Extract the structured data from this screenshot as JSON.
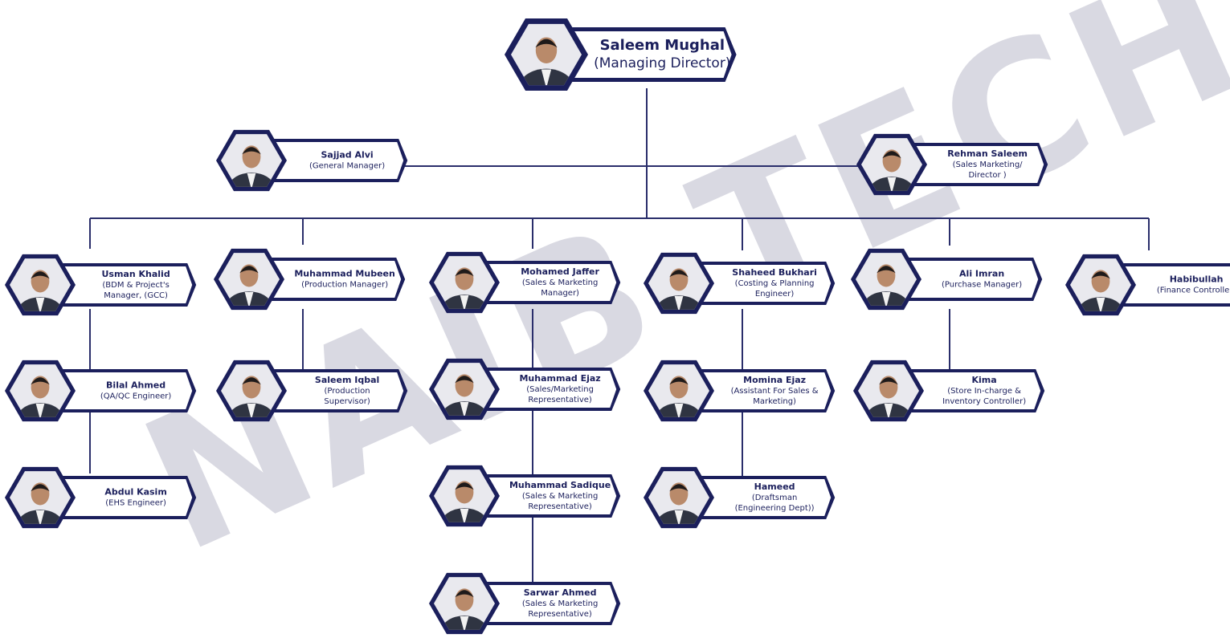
{
  "watermark": "NAIB TECH",
  "colors": {
    "navy": "#1b1f5c",
    "line": "#2a2e6b",
    "plate": "#ffffff",
    "watermark": "#d9d9e2"
  },
  "people": [
    {
      "id": "saleem-mughal",
      "name": "Saleem Mughal",
      "role": [
        "(Managing Director)"
      ]
    },
    {
      "id": "sajjad-alvi",
      "name": "Sajjad Alvi",
      "role": [
        "(General Manager)"
      ]
    },
    {
      "id": "rehman-saleem",
      "name": "Rehman Saleem",
      "role": [
        "(Sales Marketing/",
        "Director )"
      ]
    },
    {
      "id": "usman-khalid",
      "name": "Usman Khalid",
      "role": [
        "(BDM & Project's",
        "Manager, (GCC)"
      ]
    },
    {
      "id": "muhammad-mubeen",
      "name": "Muhammad Mubeen",
      "role": [
        "(Production Manager)"
      ]
    },
    {
      "id": "mohamed-jaffer",
      "name": "Mohamed Jaffer",
      "role": [
        "(Sales & Marketing",
        "Manager)"
      ]
    },
    {
      "id": "shaheed-bukhari",
      "name": "Shaheed Bukhari",
      "role": [
        "(Costing & Planning",
        "Engineer)"
      ]
    },
    {
      "id": "ali-imran",
      "name": "Ali Imran",
      "role": [
        "(Purchase Manager)"
      ]
    },
    {
      "id": "habibullah",
      "name": "Habibullah",
      "role": [
        "(Finance Controller)"
      ]
    },
    {
      "id": "bilal-ahmed",
      "name": "Bilal Ahmed",
      "role": [
        "(QA/QC Engineer)"
      ]
    },
    {
      "id": "saleem-iqbal",
      "name": "Saleem Iqbal",
      "role": [
        "(Production",
        "Supervisor)"
      ]
    },
    {
      "id": "muhammad-ejaz",
      "name": "Muhammad Ejaz",
      "role": [
        "(Sales/Marketing",
        "Representative)"
      ]
    },
    {
      "id": "momina-ejaz",
      "name": "Momina Ejaz",
      "role": [
        "(Assistant For Sales &",
        "Marketing)"
      ]
    },
    {
      "id": "kima",
      "name": "Kima",
      "role": [
        "(Store In-charge &",
        "Inventory Controller)"
      ]
    },
    {
      "id": "abdul-kasim",
      "name": "Abdul Kasim",
      "role": [
        "(EHS Engineer)"
      ]
    },
    {
      "id": "muhammad-sadique",
      "name": "Muhammad Sadique",
      "role": [
        "(Sales & Marketing",
        "Representative)"
      ]
    },
    {
      "id": "hameed",
      "name": "Hameed",
      "role": [
        "(Draftsman",
        "(Engineering Dept))"
      ]
    },
    {
      "id": "sarwar-ahmed",
      "name": "Sarwar Ahmed",
      "role": [
        "(Sales & Marketing",
        "Representative)"
      ]
    }
  ]
}
